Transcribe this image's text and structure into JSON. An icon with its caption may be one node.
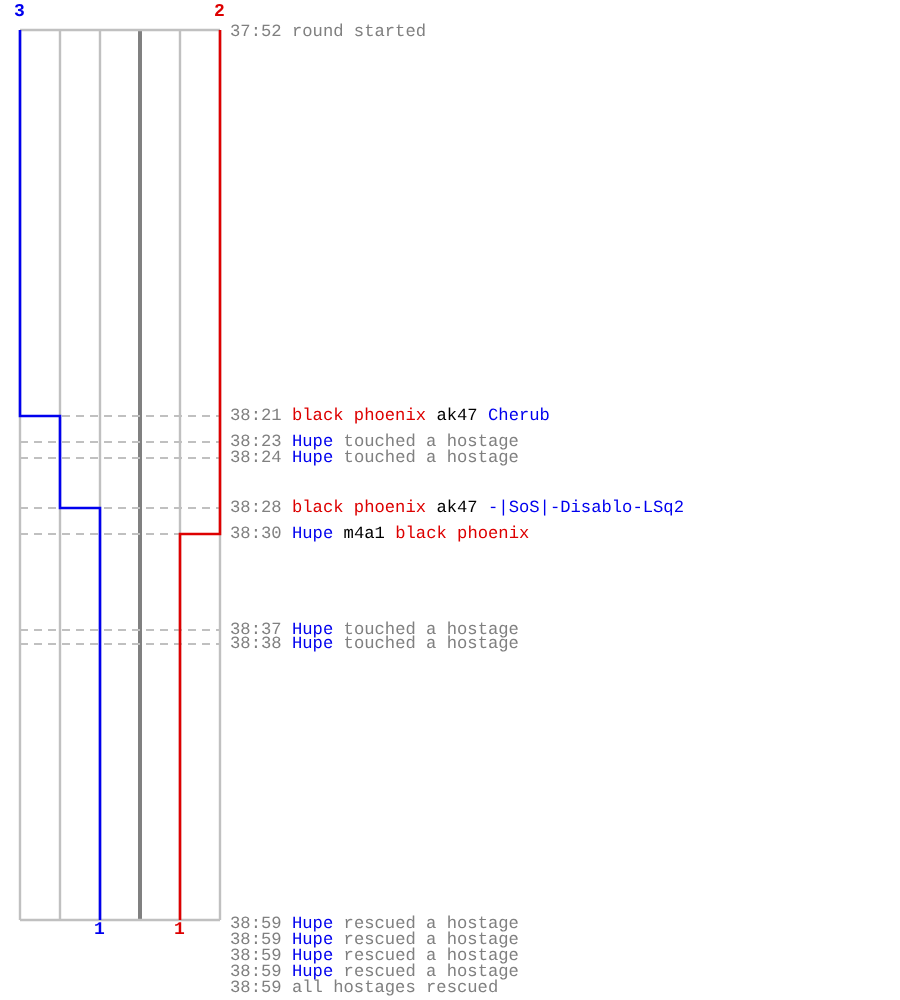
{
  "diagram": {
    "labels": [
      "3",
      "2",
      "37:52",
      "round started",
      "38:21",
      "black phoenix",
      "ak47",
      "Cherub",
      "38:23",
      "Hupe",
      "touched a hostage",
      "38:24",
      "Hupe",
      "touched a hostage",
      "38:28",
      "black phoenix",
      "ak47",
      "-|SoS|-Disablo-LSq2",
      "38:30",
      "Hupe",
      "m4a1",
      "black phoenix",
      "38:37",
      "Hupe",
      "touched a hostage",
      "38:38",
      "Hupe",
      "touched a hostage",
      "38:59",
      "Hupe",
      "rescued a hostage",
      "38:59",
      "Hupe",
      "rescued a hostage",
      "38:59",
      "Hupe",
      "rescued a hostage",
      "38:59",
      "Hupe",
      "rescued a hostage",
      "38:59",
      "all hostages rescued",
      "1",
      "1"
    ]
  }
}
